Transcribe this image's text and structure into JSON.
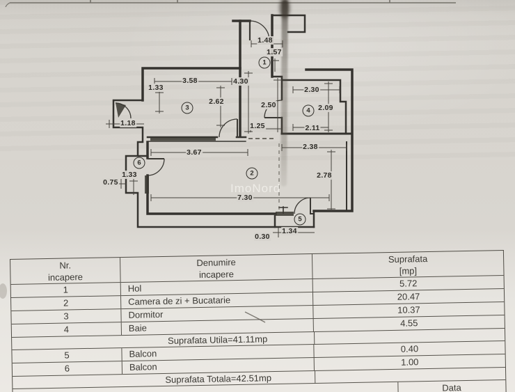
{
  "colors": {
    "paper": "#d7d4ce",
    "ink": "#35332f",
    "table_paper": "#e9e7e2"
  },
  "plan": {
    "watermark": "ImoNord",
    "rooms": [
      {
        "num": "1"
      },
      {
        "num": "2"
      },
      {
        "num": "3"
      },
      {
        "num": "4"
      },
      {
        "num": "5"
      },
      {
        "num": "6"
      }
    ],
    "dims": [
      {
        "v": "1.48"
      },
      {
        "v": "1.57"
      },
      {
        "v": "3.58"
      },
      {
        "v": "1.33"
      },
      {
        "v": "4.30"
      },
      {
        "v": "2.62"
      },
      {
        "v": "2.50"
      },
      {
        "v": "2.30"
      },
      {
        "v": "2.09"
      },
      {
        "v": "1.18"
      },
      {
        "v": "1.25"
      },
      {
        "v": "2.11"
      },
      {
        "v": "2.38"
      },
      {
        "v": "3.67"
      },
      {
        "v": "2.78"
      },
      {
        "v": "1.33"
      },
      {
        "v": "0.75"
      },
      {
        "v": "7.30"
      },
      {
        "v": "1.34"
      },
      {
        "v": "0.30"
      }
    ]
  },
  "table": {
    "header": {
      "col1_line1": "Nr.",
      "col1_line2": "incapere",
      "col2_line1": "Denumire",
      "col2_line2": "incapere",
      "col3_line1": "Suprafata",
      "col3_line2": "[mp]"
    },
    "rows": [
      {
        "nr": "1",
        "name": "Hol",
        "area": "5.72"
      },
      {
        "nr": "2",
        "name": "Camera de zi + Bucatarie",
        "area": "20.47"
      },
      {
        "nr": "3",
        "name": "Dormitor",
        "area": "10.37"
      },
      {
        "nr": "4",
        "name": "Baie",
        "area": "4.55"
      }
    ],
    "subtotal": "Suprafata Utila=41.11mp",
    "rows2": [
      {
        "nr": "5",
        "name": "Balcon",
        "area": "0.40"
      },
      {
        "nr": "6",
        "name": "Balcon",
        "area": "1.00"
      }
    ],
    "total": "Suprafata Totala=42.51mp",
    "footer_label": "Data"
  }
}
